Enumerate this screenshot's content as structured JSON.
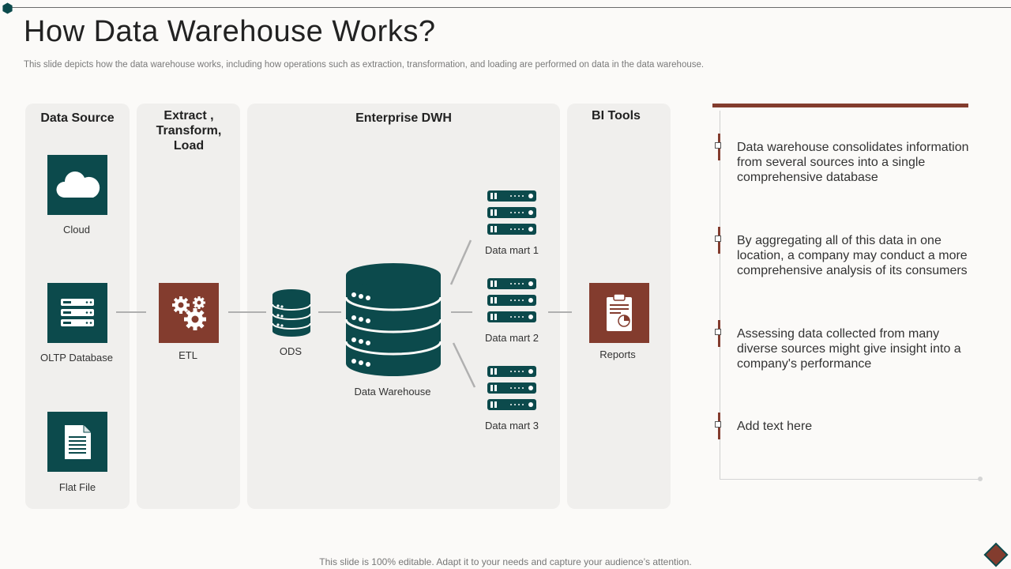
{
  "slide": {
    "title": "How Data Warehouse Works?",
    "subtitle": "This slide depicts how the data warehouse works, including how operations such as extraction, transformation, and loading are performed on data in the data warehouse.",
    "footer": "This slide is 100% editable. Adapt it to your needs and capture your audience’s attention."
  },
  "colors": {
    "teal": "#0c4a4c",
    "brown": "#833c2e",
    "panel": "#f0efed",
    "connector": "#b0b0b0"
  },
  "diagram": {
    "columns": {
      "source": "Data Source",
      "etl": "Extract , Transform, Load",
      "dwh": "Enterprise DWH",
      "bi": "BI Tools"
    },
    "nodes": {
      "cloud": "Cloud",
      "oltp": "OLTP Database",
      "flat_file": "Flat File",
      "etl": "ETL",
      "ods": "ODS",
      "warehouse": "Data Warehouse",
      "mart1": "Data mart 1",
      "mart2": "Data mart 2",
      "mart3": "Data mart 3",
      "reports": "Reports"
    }
  },
  "points": [
    "Data warehouse consolidates information from several sources into a single comprehensive database",
    "By aggregating all of this data in one location, a company may conduct a more comprehensive analysis of its consumers",
    "Assessing data collected from many diverse sources might give insight into a company's performance",
    "Add text here"
  ]
}
